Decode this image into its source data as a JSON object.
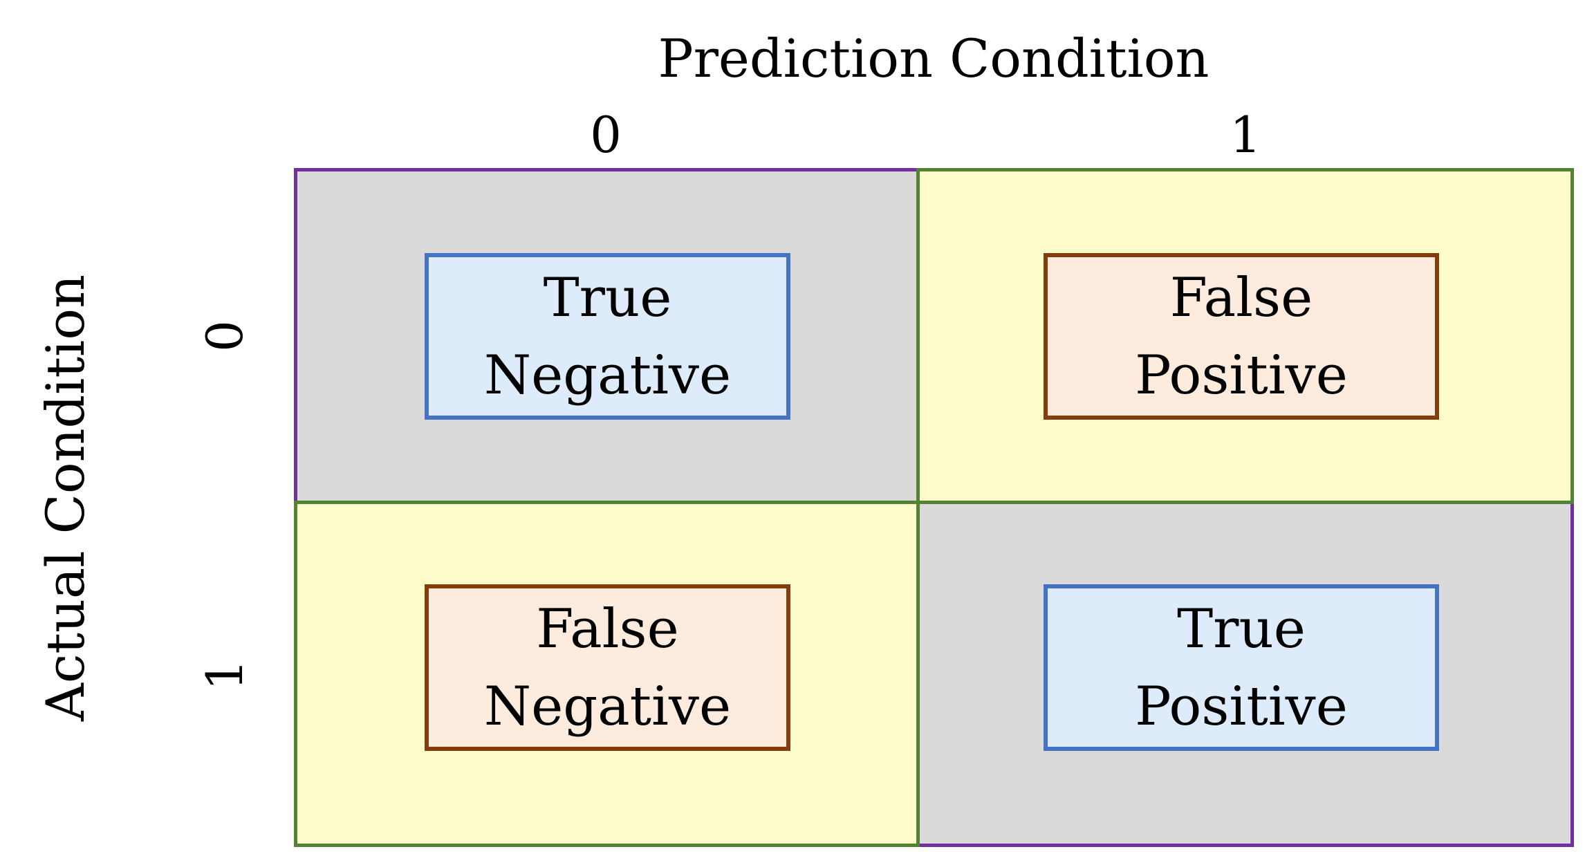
{
  "diagram": {
    "column_axis_title": "Prediction Condition",
    "row_axis_title": "Actual Condition",
    "column_ticks": [
      "0",
      "1"
    ],
    "row_ticks": [
      "0",
      "1"
    ],
    "cells": {
      "true_negative": {
        "line1": "True",
        "line2": "Negative"
      },
      "false_positive": {
        "line1": "False",
        "line2": "Positive"
      },
      "false_negative": {
        "line1": "False",
        "line2": "Negative"
      },
      "true_positive": {
        "line1": "True",
        "line2": "Positive"
      }
    }
  },
  "colors": {
    "correct_cell_fill": "#dadada",
    "error_cell_fill": "#fffccb",
    "correct_box_fill": "#ddebfb",
    "correct_box_border": "#4472c4",
    "error_box_fill": "#fdebdd",
    "error_box_border": "#843c0c",
    "correct_cell_border": "#7030a0",
    "error_cell_border": "#548235"
  }
}
